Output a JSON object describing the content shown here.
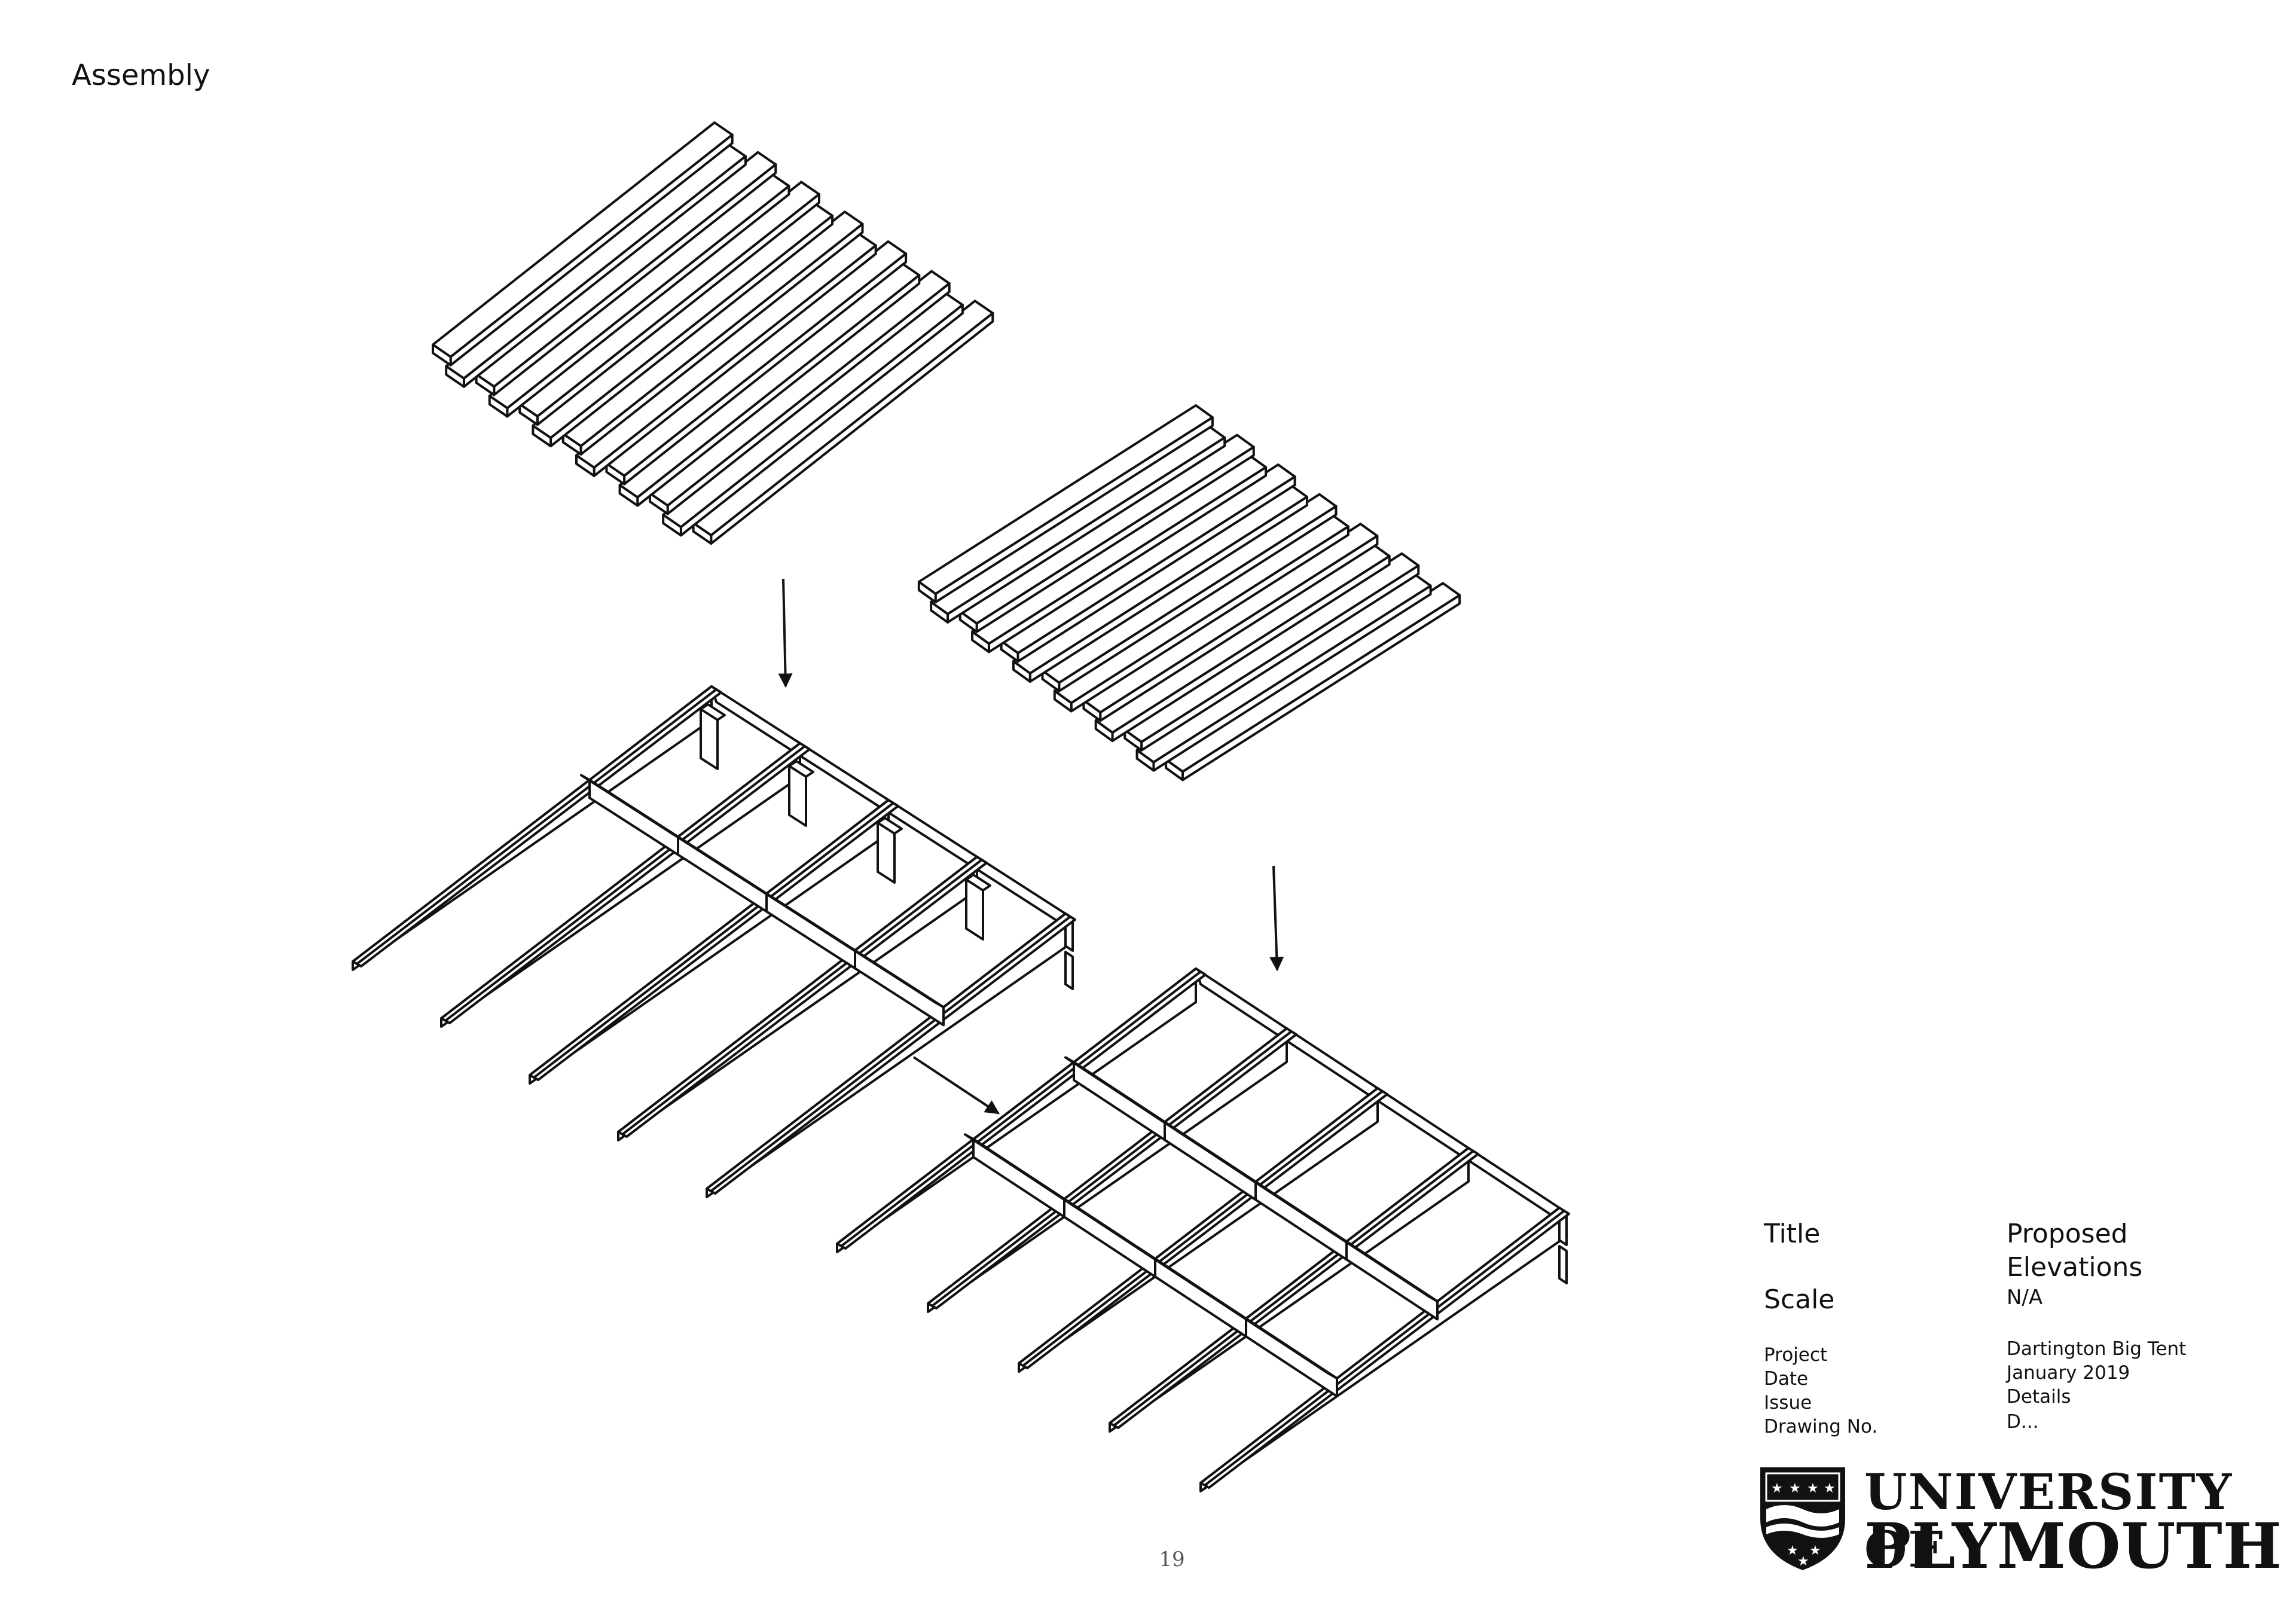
{
  "page": {
    "heading": "Assembly",
    "page_number": "19"
  },
  "title_block": {
    "title_label": "Title",
    "title_value_line1": "Proposed",
    "title_value_line2": "Elevations",
    "scale_label": "Scale",
    "scale_value": "N/A",
    "project_label": "Project",
    "project_value": "Dartington Big Tent",
    "date_label": "Date",
    "date_value": "January 2019",
    "issue_label": "Issue",
    "issue_value": "Details",
    "drawing_no_label": "Drawing No.",
    "drawing_no_value": "D..."
  },
  "logo": {
    "line1": "UNIVERSITY OF",
    "line2": "PLYMOUTH"
  },
  "diagram": {
    "components": [
      "deck-panel-upper",
      "deck-panel-right",
      "frame-left",
      "frame-right"
    ],
    "arrows": [
      "down-arrow-left",
      "down-arrow-right",
      "diagonal-arrow"
    ],
    "color": "#111111"
  }
}
